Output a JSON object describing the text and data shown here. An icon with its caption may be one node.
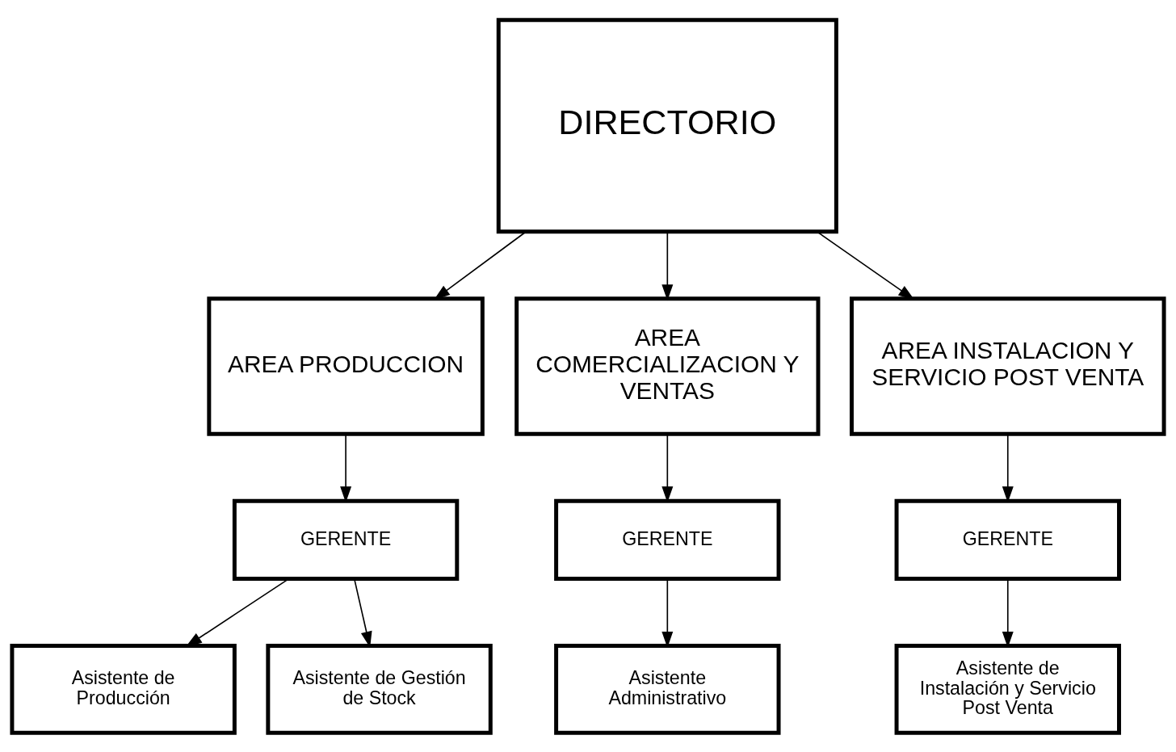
{
  "diagram": {
    "nodes": [
      {
        "text": [
          "DIRECTORIO"
        ]
      },
      {
        "text": [
          "AREA PRODUCCION"
        ]
      },
      {
        "text": [
          "AREA COMERCIALIZACION Y VENTAS"
        ]
      },
      {
        "text": [
          "AREA INSTALACION Y SERVICIO POST VENTA"
        ]
      },
      {
        "text": [
          "GERENTE"
        ]
      },
      {
        "text": [
          "GERENTE"
        ]
      },
      {
        "text": [
          "GERENTE"
        ]
      },
      {
        "text": [
          "Asistente de Producción"
        ]
      },
      {
        "text": [
          "Asistente de Gestión de Stock"
        ]
      },
      {
        "text": [
          "Asistente Administrativo"
        ]
      },
      {
        "text": [
          "Asistente de Instalación y Servicio Post Venta"
        ]
      }
    ],
    "edges": [
      {
        "from": 0,
        "to": 1,
        "arrow": "to"
      },
      {
        "from": 0,
        "to": 2,
        "arrow": "to"
      },
      {
        "from": 0,
        "to": 3,
        "arrow": "to"
      },
      {
        "from": 1,
        "to": 4,
        "arrow": "to"
      },
      {
        "from": 2,
        "to": 5,
        "arrow": "to"
      },
      {
        "from": 3,
        "to": 6,
        "arrow": "to"
      },
      {
        "from": 4,
        "to": 7,
        "arrow": "to"
      },
      {
        "from": 4,
        "to": 8,
        "arrow": "to"
      },
      {
        "from": 5,
        "to": 9,
        "arrow": "to"
      },
      {
        "from": 6,
        "to": 10,
        "arrow": "to"
      }
    ]
  }
}
